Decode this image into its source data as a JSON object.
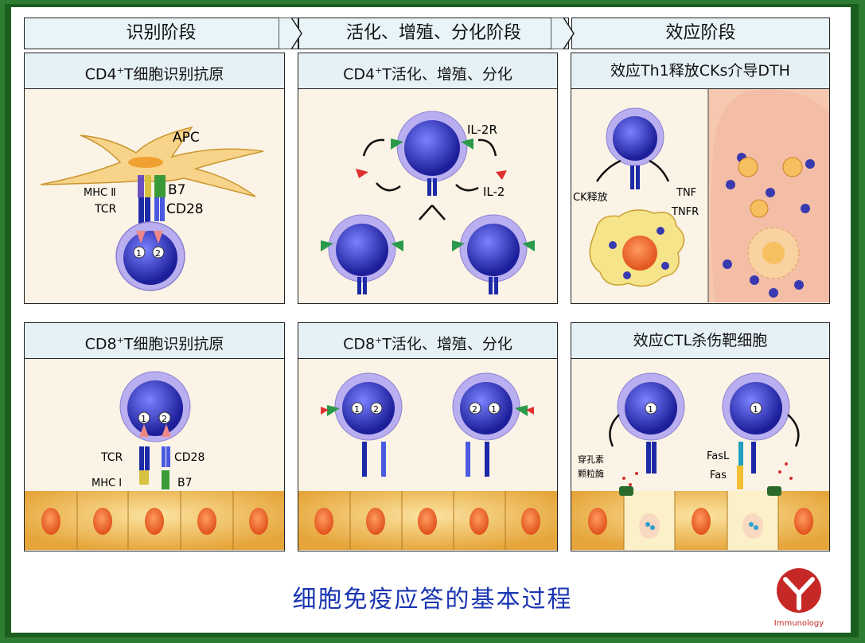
{
  "stages": [
    "识别阶段",
    "活化、增殖、分化阶段",
    "效应阶段"
  ],
  "panels": {
    "p1": {
      "title_a": "CD4",
      "title_sup": "+",
      "title_b": "T细胞识别抗原",
      "apc": "APC",
      "mhc": "MHC Ⅱ",
      "tcr": "TCR",
      "b7": "B7",
      "cd28": "CD28",
      "n1": "1",
      "n2": "2"
    },
    "p2": {
      "title_a": "CD4",
      "title_sup": "+",
      "title_b": "T活化、增殖、分化",
      "il2r": "IL-2R",
      "il2": "IL-2"
    },
    "p3": {
      "title": "效应Th1释放CKs介导DTH",
      "ck": "CK释放",
      "tnf": "TNF",
      "tnfr": "TNFR"
    },
    "p4": {
      "title_a": "CD8",
      "title_sup": "+",
      "title_b": "T细胞识别抗原",
      "tcr": "TCR",
      "cd28": "CD28",
      "mhc": "MHC Ⅰ",
      "b7": "B7",
      "n1": "1",
      "n2": "2"
    },
    "p5": {
      "title_a": "CD8",
      "title_sup": "+",
      "title_b": "T活化、增殖、分化",
      "n1": "1",
      "n2": "2"
    },
    "p6": {
      "title": "效应CTL杀伤靶细胞",
      "perforin": "穿孔素",
      "granzyme": "颗粒酶",
      "fasl": "FasL",
      "fas": "Fas",
      "n1": "1"
    }
  },
  "caption": "细胞免疫应答的基本过程",
  "logo_text": "Immunology",
  "colors": {
    "frame": "#2e7d32",
    "stage_bg": "#e8f4f8",
    "panel_bg": "#fbf3e6",
    "tcell": "#2b2fb8",
    "caption": "#1a35b0",
    "logo": "#c62828"
  }
}
